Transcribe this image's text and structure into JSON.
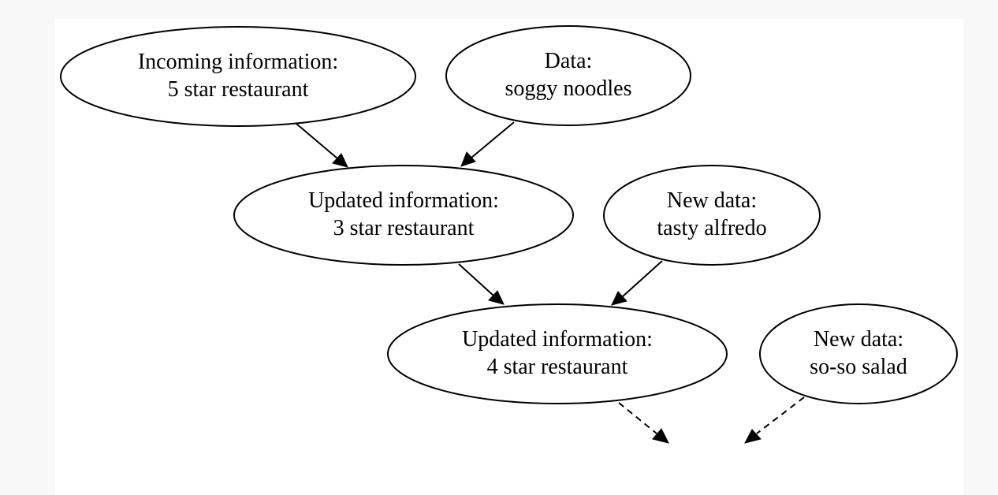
{
  "diagram": {
    "nodes": {
      "incoming": {
        "line1": "Incoming information:",
        "line2": "5 star restaurant"
      },
      "data1": {
        "line1": "Data:",
        "line2": "soggy noodles"
      },
      "updated1": {
        "line1": "Updated information:",
        "line2": "3 star restaurant"
      },
      "data2": {
        "line1": "New data:",
        "line2": "tasty alfredo"
      },
      "updated2": {
        "line1": "Updated information:",
        "line2": "4 star restaurant"
      },
      "data3": {
        "line1": "New data:",
        "line2": "so-so salad"
      }
    },
    "edges": [
      {
        "from": "incoming",
        "to": "updated1",
        "style": "solid"
      },
      {
        "from": "data1",
        "to": "updated1",
        "style": "solid"
      },
      {
        "from": "updated1",
        "to": "updated2",
        "style": "solid"
      },
      {
        "from": "data2",
        "to": "updated2",
        "style": "solid"
      },
      {
        "from": "updated2",
        "to": "next",
        "style": "dashed"
      },
      {
        "from": "data3",
        "to": "next",
        "style": "dashed"
      }
    ]
  }
}
